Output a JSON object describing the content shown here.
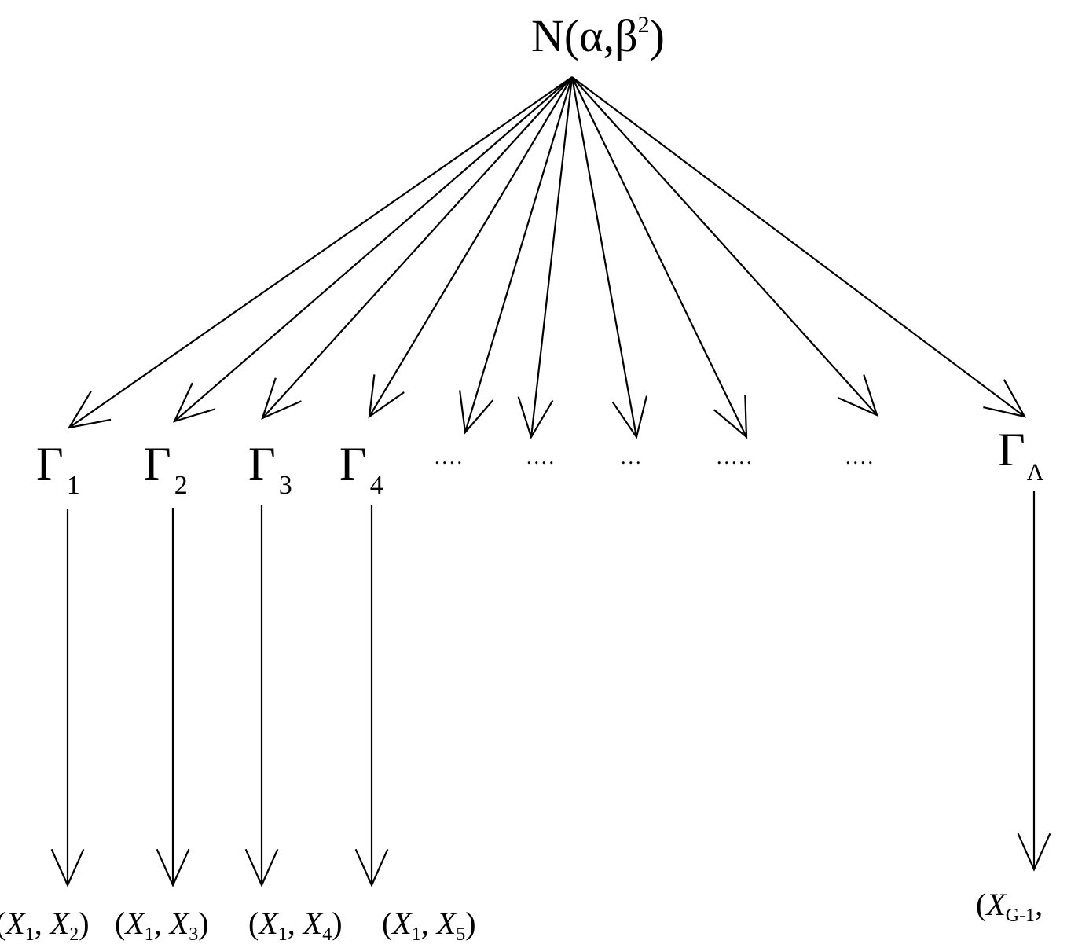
{
  "root": {
    "label": "N(α,β",
    "sup": "2",
    "close": ")"
  },
  "nodes": [
    {
      "base": "Γ",
      "sub": "1",
      "pair": {
        "open": "(",
        "a": "X",
        "a_sub": "1",
        "sep": ", ",
        "b": "X",
        "b_sub": "2",
        "close": ")"
      }
    },
    {
      "base": "Γ",
      "sub": "2",
      "pair": {
        "open": "(",
        "a": "X",
        "a_sub": "1",
        "sep": ", ",
        "b": "X",
        "b_sub": "3",
        "close": ")"
      }
    },
    {
      "base": "Γ",
      "sub": "3",
      "pair": {
        "open": "(",
        "a": "X",
        "a_sub": "1",
        "sep": ", ",
        "b": "X",
        "b_sub": "4",
        "close": ")"
      }
    },
    {
      "base": "Γ",
      "sub": "4",
      "pair": {
        "open": "(",
        "a": "X",
        "a_sub": "1",
        "sep": ", ",
        "b": "X",
        "b_sub": "5",
        "close": ")"
      }
    },
    {
      "base": "Γ",
      "sub": "Λ",
      "pair": {
        "open": "(",
        "a": "X",
        "a_sub": "G-1",
        "sep": ", ",
        "b": "",
        "b_sub": "",
        "close": ""
      }
    }
  ],
  "ellipses": [
    "....",
    "....",
    "...",
    ".....",
    "...."
  ]
}
